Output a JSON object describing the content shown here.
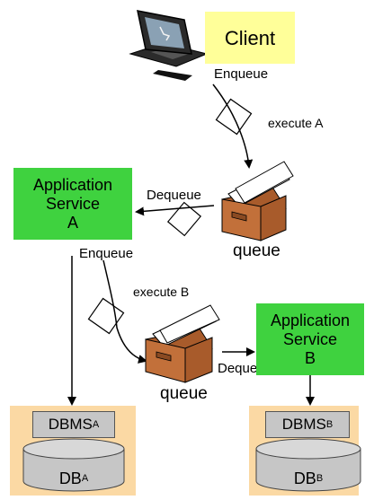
{
  "client": {
    "label": "Client"
  },
  "messages": {
    "enqueue_client": "Enqueue",
    "execute_a": "execute A",
    "dequeue_a": "Dequeue",
    "enqueue_a": "Enqueue",
    "execute_b": "execute B",
    "dequeue_b": "Dequeue"
  },
  "queues": {
    "queue_1": "queue",
    "queue_2": "queue"
  },
  "service_a": {
    "line1": "Application",
    "line2": "Service",
    "line3": "A"
  },
  "service_b": {
    "line1": "Application",
    "line2": "Service",
    "line3": "B"
  },
  "db_a": {
    "dbms": "DBMS",
    "dbms_sub": "A",
    "db": "DB",
    "db_sub": "A"
  },
  "db_b": {
    "dbms": "DBMS",
    "dbms_sub": "B",
    "db": "DB",
    "db_sub": "B"
  },
  "colors": {
    "service": "#3fd23f",
    "client": "#ffff99",
    "db_panel": "#fbd9a4",
    "db_gray": "#c6c6c6",
    "box_brown": "#c2703a"
  }
}
